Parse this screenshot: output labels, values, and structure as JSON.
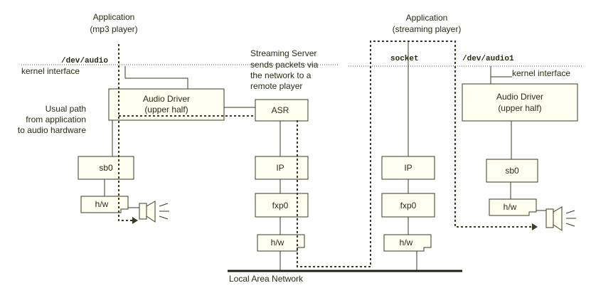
{
  "left": {
    "app_line1": "Application",
    "app_line2": "(mp3 player)",
    "dev_audio": "/dev/audio",
    "kernel_interface": "kernel interface",
    "driver_line1": "Audio Driver",
    "driver_line2": "(upper half)",
    "usual_path": [
      "Usual path",
      "from application",
      "to audio hardware"
    ],
    "sb0": "sb0",
    "hw": "h/w"
  },
  "middle": {
    "streaming_server": [
      "Streaming Server",
      "sends packets via",
      "the network to a",
      "remote player"
    ],
    "asr": "ASR",
    "ip": "IP",
    "fxp0": "fxp0",
    "hw": "h/w"
  },
  "right_mid": {
    "app_line1": "Application",
    "app_line2": "(streaming player)",
    "socket": "socket",
    "ip": "IP",
    "fxp0": "fxp0",
    "hw": "h/w"
  },
  "right": {
    "dev_audio1": "/dev/audio1",
    "kernel_interface": "kernel interface",
    "driver_line1": "Audio Driver",
    "driver_line2": "(upper half)",
    "sb0": "sb0",
    "hw": "h/w"
  },
  "lan": "Local Area Network"
}
